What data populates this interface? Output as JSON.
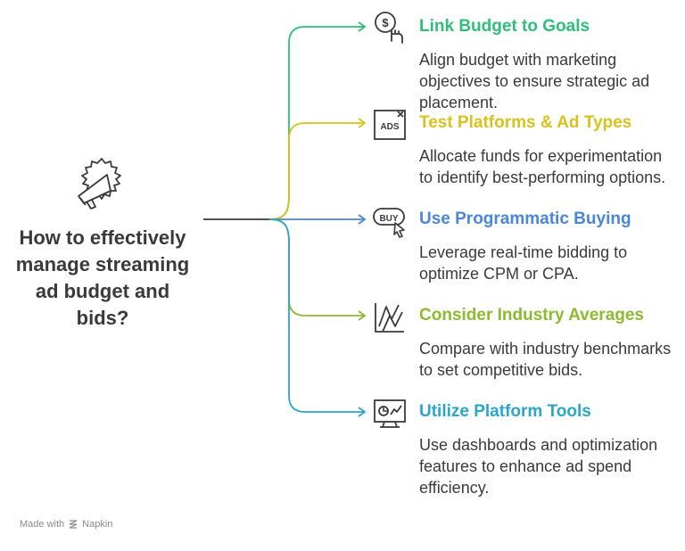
{
  "question": "How to effectively manage streaming ad budget and bids?",
  "branches": [
    {
      "title": "Link Budget to Goals",
      "description": "Align budget with marketing objectives to ensure strategic ad placement.",
      "color": "#2fbf7a",
      "icon": "dollar-hand-icon"
    },
    {
      "title": "Test Platforms & Ad Types",
      "description": "Allocate funds for experimentation to identify best-performing options.",
      "color": "#d9c21d",
      "icon": "ads-window-icon"
    },
    {
      "title": "Use Programmatic Buying",
      "description": "Leverage real-time bidding to optimize CPM or CPA.",
      "color": "#4a86d9",
      "icon": "buy-cursor-icon"
    },
    {
      "title": "Consider Industry Averages",
      "description": "Compare with industry benchmarks to set competitive bids.",
      "color": "#8dbb2f",
      "icon": "benchmark-chart-icon"
    },
    {
      "title": "Utilize Platform Tools",
      "description": "Use dashboards and optimization features to enhance ad spend efficiency.",
      "color": "#2aa6c9",
      "icon": "dashboard-monitor-icon"
    }
  ],
  "footer": {
    "made_with": "Made with",
    "brand": "Napkin"
  }
}
